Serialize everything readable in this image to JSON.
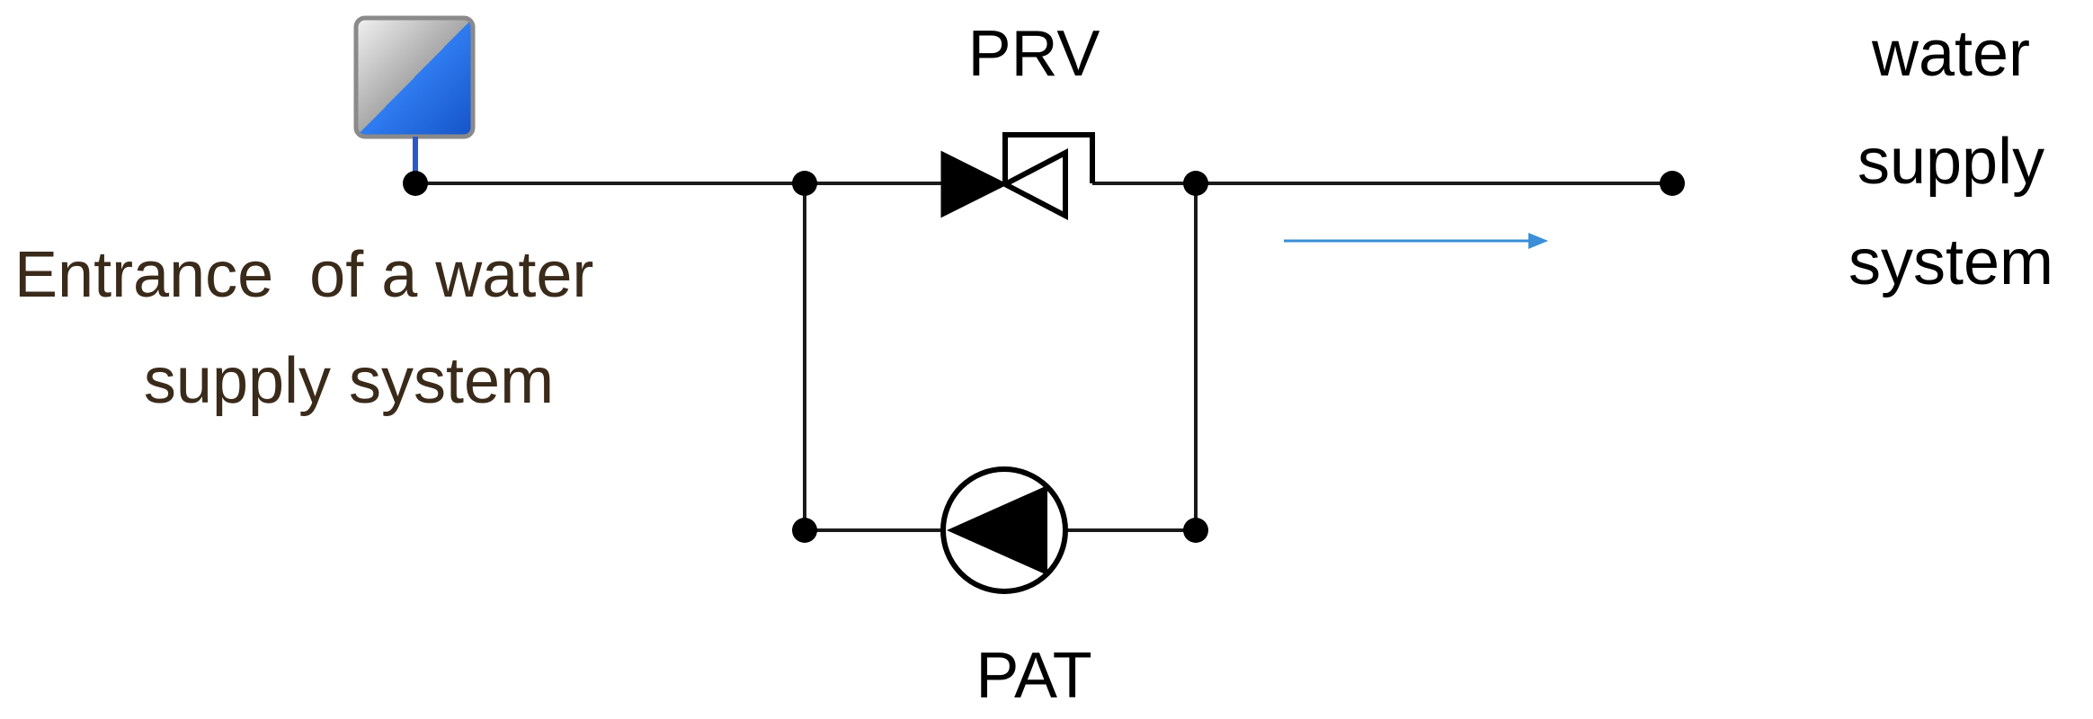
{
  "labels": {
    "prv": "PRV",
    "pat": "PAT",
    "entrance_line1": "Entrance  of a water",
    "entrance_line2": "supply system",
    "outlet_line1": "water",
    "outlet_line2": "supply",
    "outlet_line3": "system"
  },
  "colors": {
    "line": "#1a1a1a",
    "flow_arrow": "#3a8fd6",
    "tank_blue": "#1e6fe0",
    "tank_gray": "#9a9a9a"
  },
  "icons": {
    "reservoir": "reservoir-icon",
    "prv": "pressure-reducing-valve-icon",
    "pat": "pump-as-turbine-icon",
    "flow": "flow-direction-arrow-icon"
  }
}
